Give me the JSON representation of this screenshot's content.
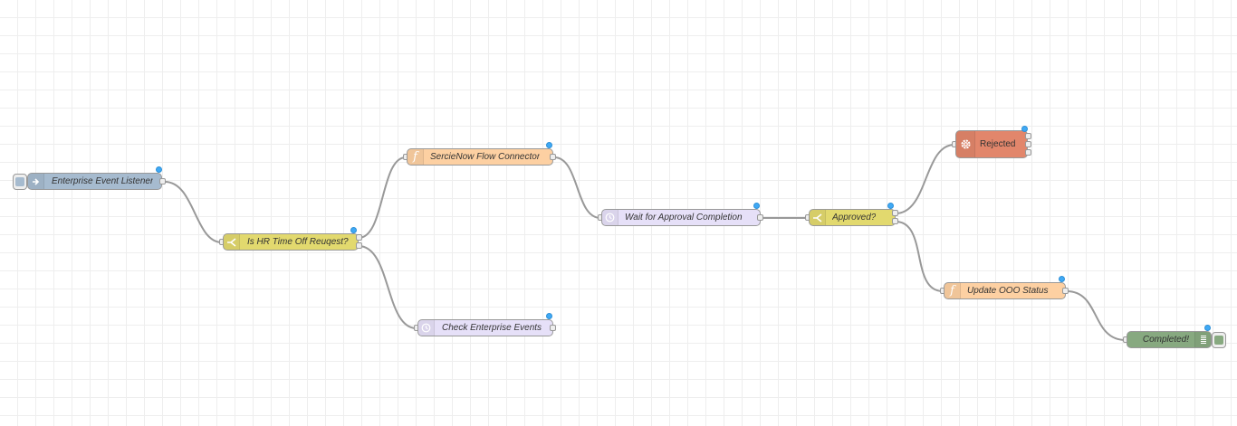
{
  "colors": {
    "inject": "#a6bbcf",
    "switch": "#e2d96e",
    "function": "#fdd0a2",
    "delay": "#e6e0f8",
    "exec": "#e2866b",
    "debug": "#87a980",
    "wire": "#999999",
    "changed_dot": "#3fa9f5"
  },
  "nodes": {
    "listener": {
      "label": "Enterprise Event Listener",
      "icon": "arrow-in-icon"
    },
    "is_hr": {
      "label": "Is HR Time Off Reuqest?",
      "icon": "switch-icon"
    },
    "servicenow": {
      "label": "SercieNow Flow Connector",
      "icon": "function-icon"
    },
    "check_events": {
      "label": "Check Enterprise Events",
      "icon": "clock-icon"
    },
    "wait_approval": {
      "label": "Wait for Approval Completion",
      "icon": "clock-icon"
    },
    "approved": {
      "label": "Approved?",
      "icon": "switch-icon"
    },
    "rejected": {
      "label": "Rejected",
      "icon": "gear-icon"
    },
    "update_ooo": {
      "label": "Update OOO Status",
      "icon": "function-icon"
    },
    "completed": {
      "label": "Completed!",
      "icon": "list-icon"
    }
  }
}
